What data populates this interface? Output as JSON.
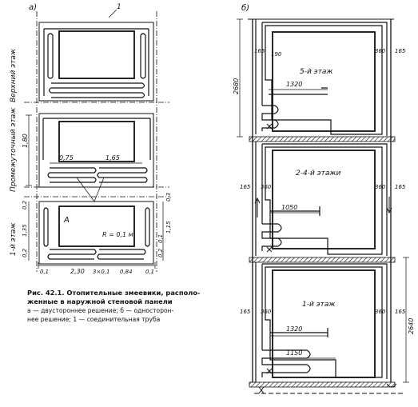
{
  "panel_a": {
    "label": "а)",
    "callout": "1",
    "floor_top": "Верхний этаж",
    "floor_mid": "Промежуточный этаж",
    "floor_bottom": "1-й этаж",
    "dim_180": "1,80",
    "dim_075": "0,75",
    "dim_165": "1,65",
    "dim_02a": "0,2",
    "dim_135": "1,35",
    "dim_02b": "0,2",
    "dim_03": "0,3",
    "dim_115": "1,15",
    "dim_01r": "0,1",
    "dim_02r": "0,2",
    "room_A": "А",
    "radius": "R = 0,1 м",
    "bot_01a": "0,1",
    "bot_230": "2,30",
    "bot_3x01": "3×0,1",
    "bot_084": "0,84",
    "bot_01b": "0,1"
  },
  "panel_b": {
    "label": "б)",
    "room_top": "5-й этаж",
    "room_mid": "2-4-й этажи",
    "room_bot": "1-й этаж",
    "dim_2680": "2680",
    "dim_2640": "2640",
    "t_165_l": "165",
    "t_190": "190",
    "t_360_r": "360",
    "t_165_r": "165",
    "t_1320": "1320",
    "m_165_l": "165",
    "m_360_l": "360",
    "m_360_r": "360",
    "m_165_r": "165",
    "m_1050": "1050",
    "b_165_l": "165",
    "b_360_l": "360",
    "b_360_r": "360",
    "b_165_r": "165",
    "b_1320": "1320",
    "b_1150": "1150"
  },
  "caption": {
    "line1": "Рис. 42.1. Отопительные змеевики, располо-",
    "line2": "женные в наружной стеновой панели",
    "line3": "а — двустороннее решение; б — односторон-",
    "line4": "нее решение; 1 — соединительная труба"
  }
}
